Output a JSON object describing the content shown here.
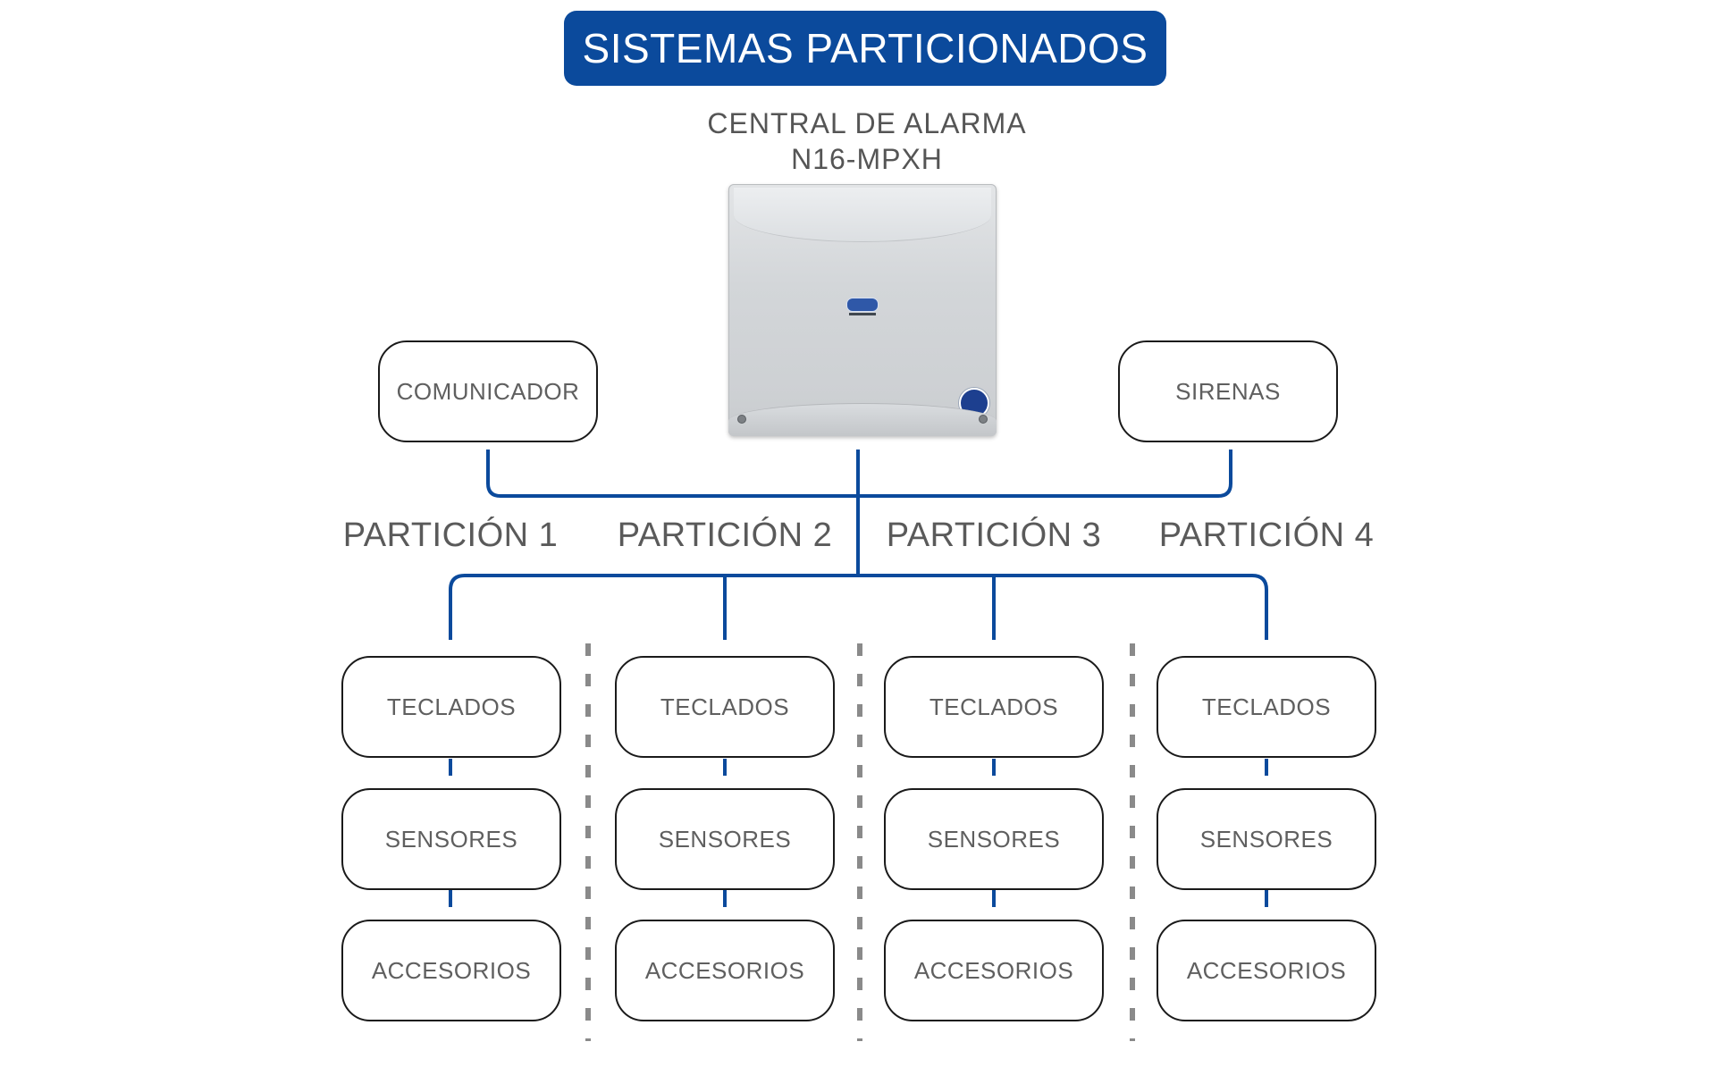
{
  "title": "SISTEMAS PARTICIONADOS",
  "central": {
    "line1": "CENTRAL DE ALARMA",
    "line2": "N16-MPXH",
    "device_icon": "alarm-panel-icon"
  },
  "peripherals": {
    "left": "COMUNICADOR",
    "right": "SIRENAS"
  },
  "partitions": [
    {
      "label": "PARTICIÓN 1",
      "devices": [
        "TECLADOS",
        "SENSORES",
        "ACCESORIOS"
      ]
    },
    {
      "label": "PARTICIÓN 2",
      "devices": [
        "TECLADOS",
        "SENSORES",
        "ACCESORIOS"
      ]
    },
    {
      "label": "PARTICIÓN 3",
      "devices": [
        "TECLADOS",
        "SENSORES",
        "ACCESORIOS"
      ]
    },
    {
      "label": "PARTICIÓN 4",
      "devices": [
        "TECLADOS",
        "SENSORES",
        "ACCESORIOS"
      ]
    }
  ],
  "colors": {
    "brand_blue": "#0b4a9c",
    "wire_blue": "#0b4a9c",
    "divider_gray": "#8a8a8a",
    "node_border": "#1a1a1a",
    "text_gray": "#5f5f5f"
  }
}
